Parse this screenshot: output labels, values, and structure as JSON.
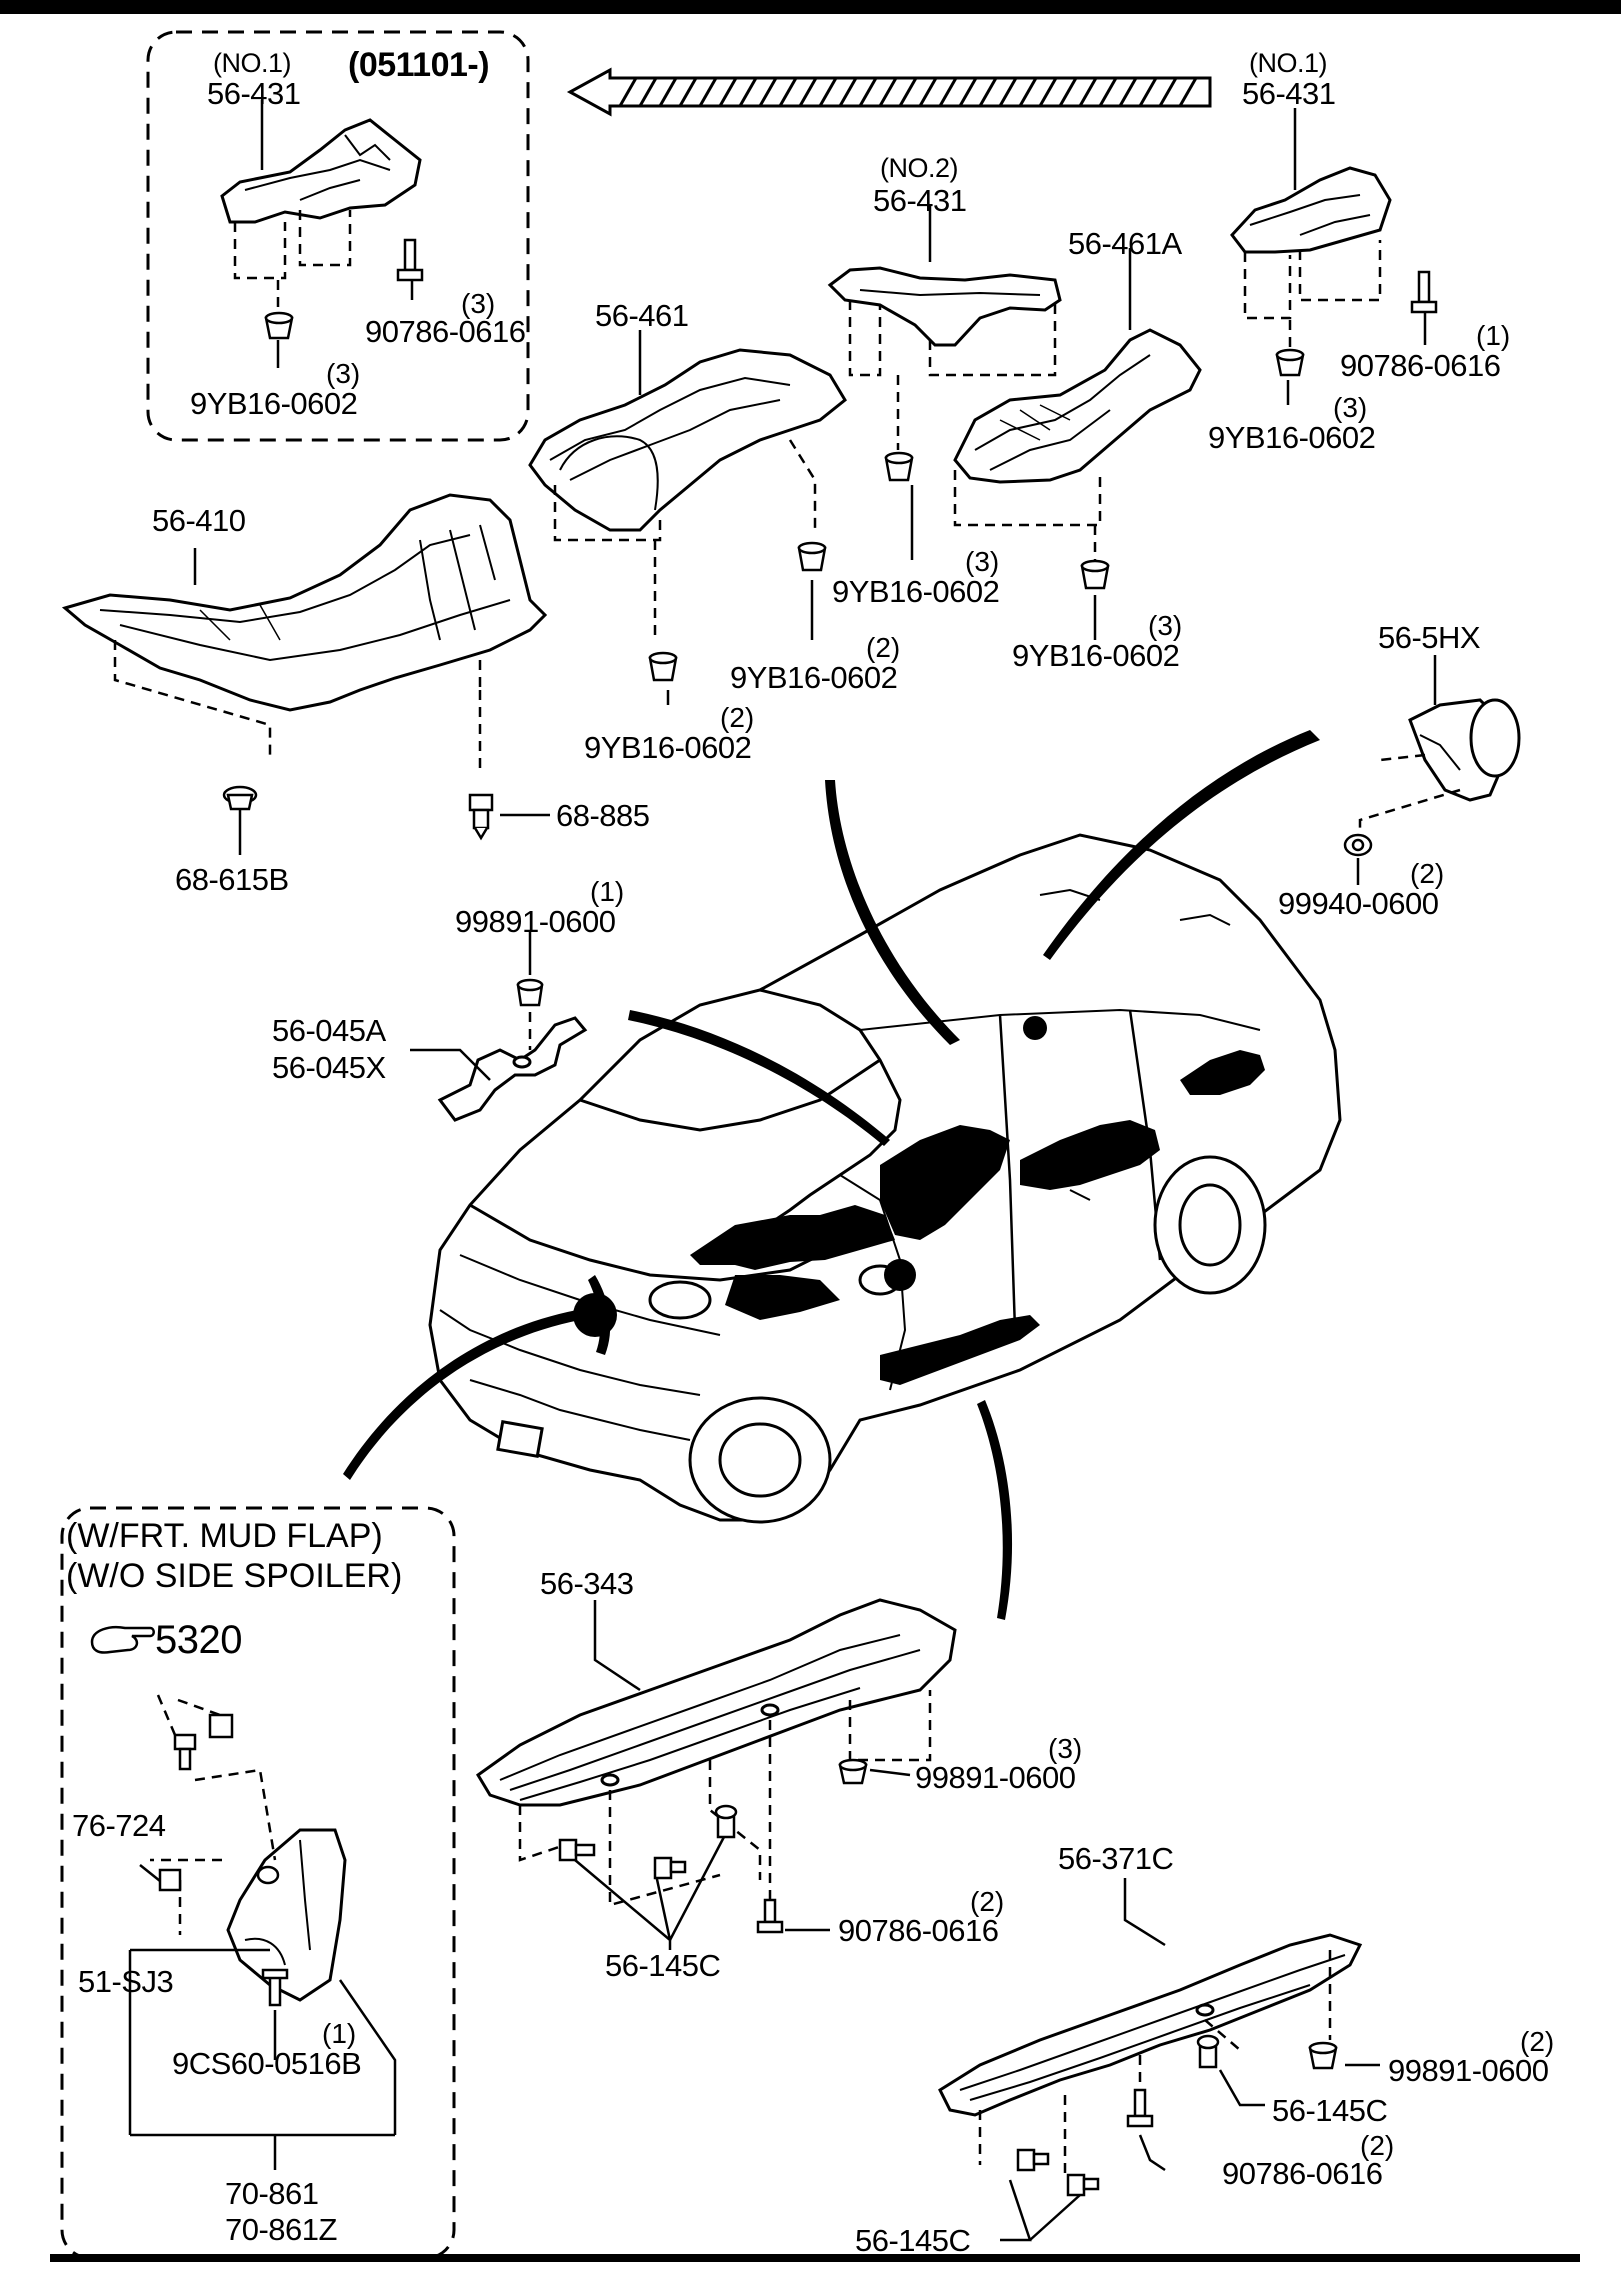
{
  "header": {
    "date_range": "(051101-)"
  },
  "callouts": {
    "no1": "(NO.1)",
    "no2": "(NO.2)",
    "p56_431": "56-431",
    "p56_461": "56-461",
    "p56_461a": "56-461A",
    "p56_410": "56-410",
    "p56_5hx": "56-5HX",
    "p56_045a": "56-045A",
    "p56_045x": "56-045X",
    "p56_343": "56-343",
    "p56_371c": "56-371C",
    "p56_145c": "56-145C",
    "p68_885": "68-885",
    "p68_615b": "68-615B",
    "p9yb16": "9YB16-0602",
    "p90786": "90786-0616",
    "p99891": "99891-0600",
    "p99940": "99940-0600",
    "p76_724": "76-724",
    "p51_sj3": "51-SJ3",
    "p9cs60": "9CS60-0516B",
    "p70_861": "70-861",
    "p70_861z": "70-861Z",
    "ref_5320": "5320"
  },
  "quantities": {
    "q1": "(1)",
    "q2": "(2)",
    "q3": "(3)"
  },
  "mud_flap_box": {
    "line1": "(W/FRT. MUD FLAP)",
    "line2": "(W/O SIDE SPOILER)"
  }
}
